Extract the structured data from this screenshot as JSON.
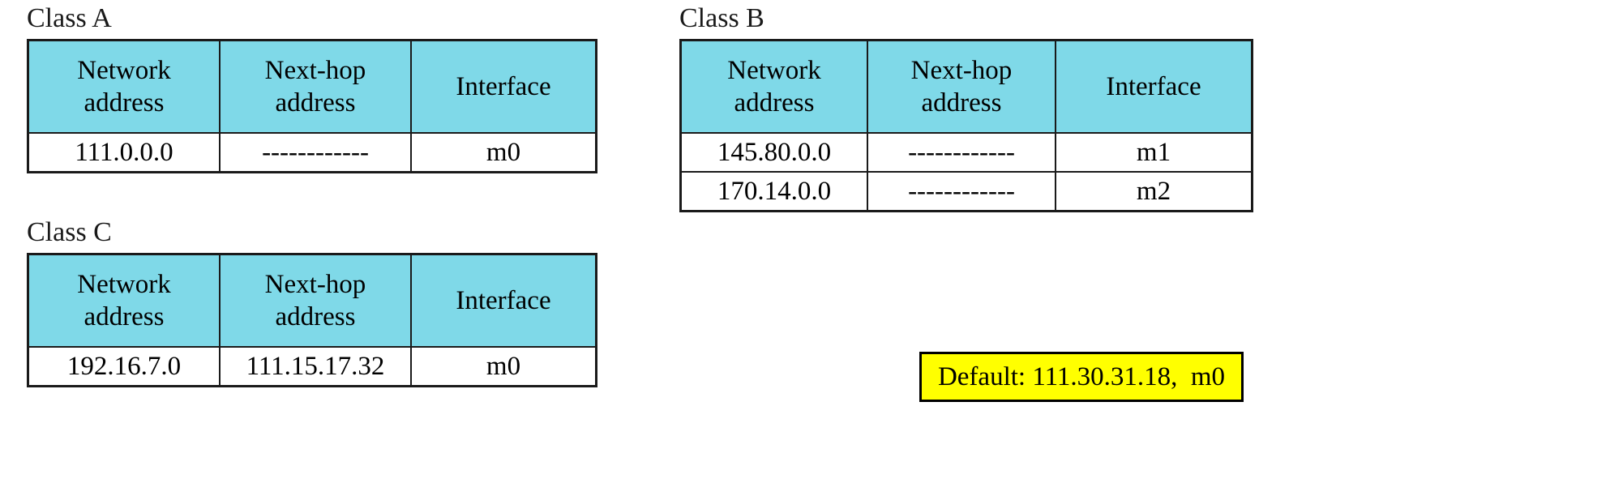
{
  "figure": {
    "background_color": "#ffffff",
    "header_fill": "#7fd9e8",
    "default_box_fill": "#ffff00",
    "border_color": "#000000"
  },
  "columns": {
    "network_line1": "Network",
    "network_line2": "address",
    "nexthop_line1": "Next-hop",
    "nexthop_line2": "address",
    "interface": "Interface"
  },
  "tables": [
    {
      "id": "class-a",
      "label": "Class A",
      "rows": [
        {
          "network": "111.0.0.0",
          "next_hop": "------------",
          "interface": "m0"
        }
      ]
    },
    {
      "id": "class-b",
      "label": "Class B",
      "rows": [
        {
          "network": "145.80.0.0",
          "next_hop": "------------",
          "interface": "m1"
        },
        {
          "network": "170.14.0.0",
          "next_hop": "------------",
          "interface": "m2"
        }
      ]
    },
    {
      "id": "class-c",
      "label": "Class C",
      "rows": [
        {
          "network": "192.16.7.0",
          "next_hop": "111.15.17.32",
          "interface": "m0"
        }
      ]
    }
  ],
  "default_entry": {
    "text": "Default: 111.30.31.18,  m0"
  }
}
